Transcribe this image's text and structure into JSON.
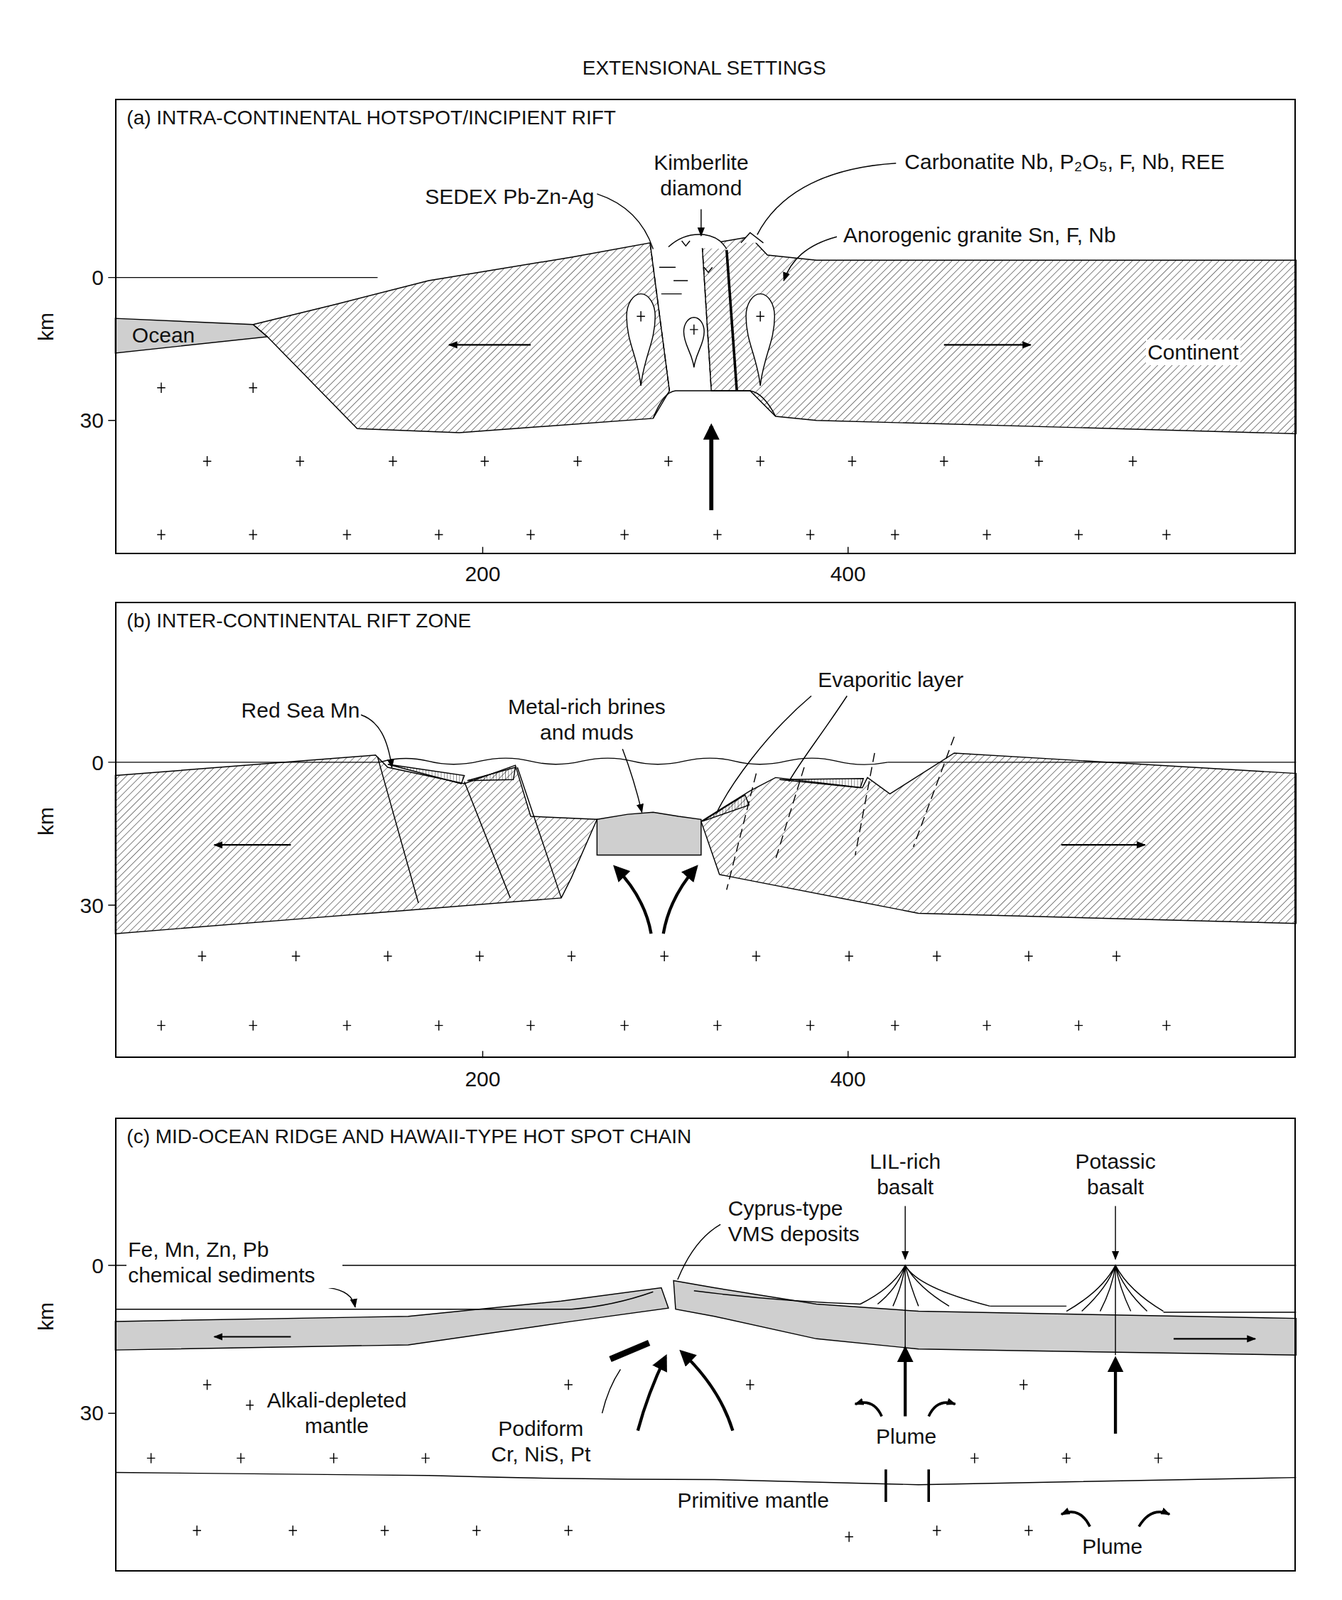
{
  "diagram": {
    "title": "EXTENSIONAL SETTINGS",
    "nodes": [
      {
        "text": [
          "(a) INTRA-CONTINENTAL HOTSPOT/INCIPIENT RIFT"
        ]
      },
      {
        "text": [
          "(b) INTER-CONTINENTAL RIFT ZONE"
        ]
      },
      {
        "text": [
          "(c) MID-OCEAN RIDGE AND HAWAII-TYPE HOT SPOT CHAIN"
        ]
      }
    ],
    "labels": [
      "Kimberlite diamond",
      "Carbonatite Nb, P₂O₅, F, Nb, REE",
      "SEDEX Pb-Zn-Ag",
      "Anorogenic granite Sn, F, Nb",
      "Ocean",
      "Continent",
      "km",
      "0",
      "30",
      "200",
      "400",
      "Red Sea Mn",
      "Metal-rich brines and muds",
      "Evaporitic layer",
      "km",
      "0",
      "30",
      "200",
      "400",
      "Fe, Mn, Zn, Pb chemical sediments",
      "Cyprus-type VMS deposits",
      "LIL-rich basalt",
      "Potassic basalt",
      "Alkali-depleted mantle",
      "Podiform Cr, NiS, Pt",
      "Plume",
      "Primitive mantle",
      "Plume",
      "km",
      "0",
      "30"
    ]
  }
}
